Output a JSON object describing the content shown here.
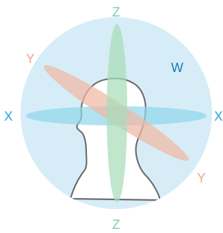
{
  "labels": {
    "z_top": "Z",
    "z_bottom": "Z",
    "x_left": "X",
    "x_right": "X",
    "y_top": "Y",
    "y_bottom": "Y",
    "w": "W"
  },
  "colors": {
    "sphere": "#d6edf8",
    "x_axis": "#8fd6ea",
    "y_axis": "#f0b8a3",
    "z_axis": "#a7dcb8",
    "head_fill": "#ffffff",
    "head_outline": "#6b6b6b",
    "x_label": "#29a8dc",
    "y_label": "#f0a78c",
    "z_label": "#7fcfa6",
    "w_label": "#1b78b3"
  }
}
